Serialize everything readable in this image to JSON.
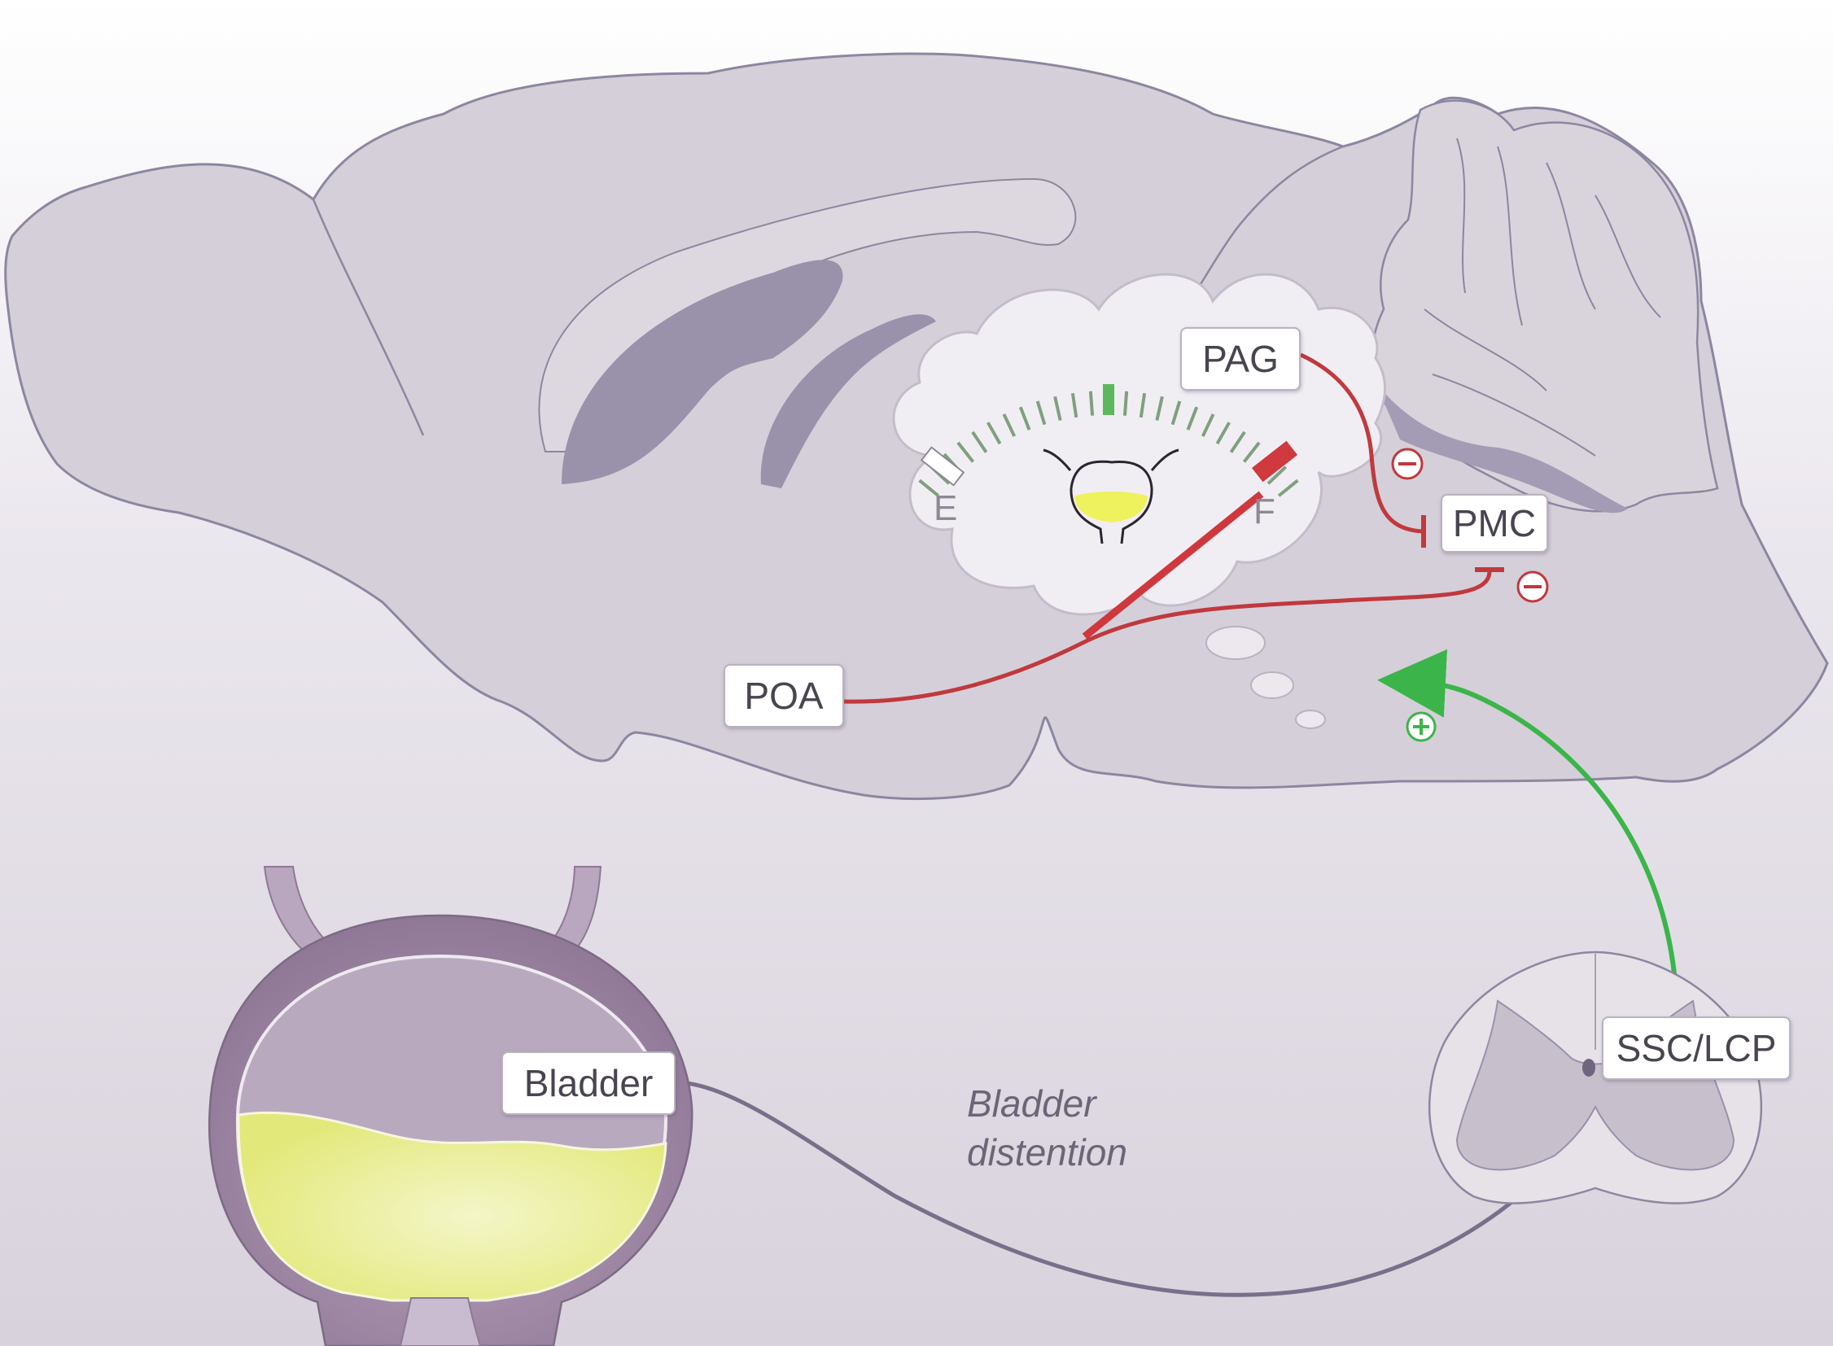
{
  "labels": {
    "pag": "PAG",
    "pmc": "PMC",
    "poa": "POA",
    "bladder": "Bladder",
    "ssc_lcp": "SSC/LCP"
  },
  "gauge": {
    "empty": "E",
    "full": "F",
    "needle_fraction": 0.93
  },
  "caption": {
    "line1": "Bladder",
    "line2": "distention"
  },
  "colors": {
    "inhibitory": "#c0393d",
    "excitatory": "#3bb54a",
    "afferent": "#7a6f8a",
    "brain_fill": "#d4ced8",
    "brain_outline": "#8d86a0",
    "ventricle": "#9a91ab",
    "urine": "#e6ec88"
  },
  "signs": {
    "minus": "−",
    "plus": "+"
  }
}
